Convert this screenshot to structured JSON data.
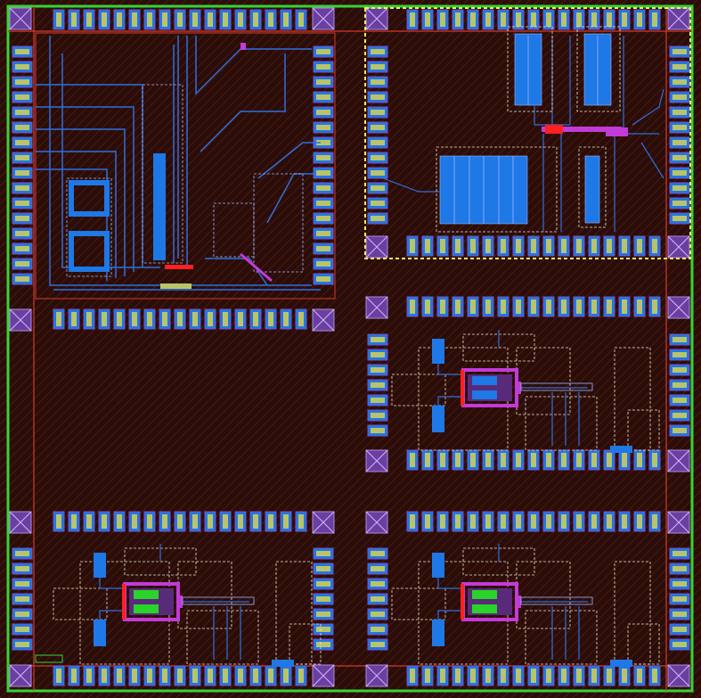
{
  "layout_view": {
    "colors": {
      "substrate": "#2a0d08",
      "hatch": "#4a1a12",
      "outer_border": "#35d435",
      "guard_ring": "#d23a2a",
      "pad_metal": "#1e78e6",
      "pad_core": "#b9c46a",
      "pad_edge": "#7c4dc7",
      "route_blue": "#2f6fe0",
      "route_light": "#9fb4ff",
      "dashed_outline": "#e8e6c8",
      "selection": "#f0f060",
      "device_magenta": "#c23ad8",
      "device_red": "#ff2020",
      "device_green": "#28d428",
      "corner_pad": "#6a3fa0"
    },
    "cells": [
      {
        "name": "cell-top-left",
        "corner_pad_icon": "corner-pad-icon"
      },
      {
        "name": "cell-top-right",
        "selected": true
      },
      {
        "name": "cell-middle-right"
      },
      {
        "name": "cell-bottom-left"
      },
      {
        "name": "cell-bottom-right"
      }
    ]
  }
}
